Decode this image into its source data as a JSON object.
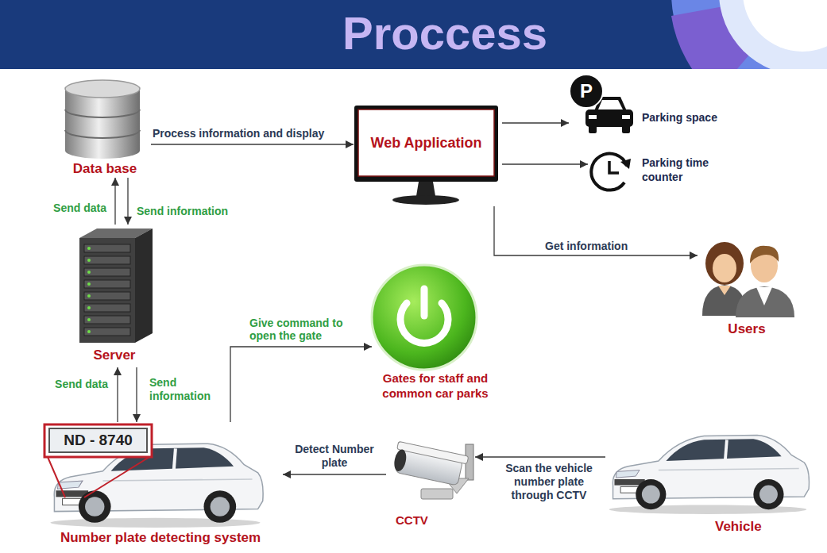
{
  "diagram": {
    "title": "Proccess",
    "nodes": [
      {
        "text": [
          "Data base"
        ]
      },
      {
        "text": [
          "Web Application"
        ]
      },
      {
        "text": [
          "Parking space"
        ]
      },
      {
        "text": [
          "Parking time counter"
        ]
      },
      {
        "text": [
          "Users"
        ]
      },
      {
        "text": [
          "Server"
        ]
      },
      {
        "text": [
          "Gates for staff and common car parks"
        ]
      },
      {
        "text": [
          "Number plate detecting system"
        ]
      },
      {
        "text": [
          "CCTV"
        ]
      },
      {
        "text": [
          "Vehicle"
        ]
      }
    ],
    "edges": [
      {
        "from": 0,
        "to": 1,
        "label": "Process information and display",
        "arrow": "to"
      },
      {
        "from": 1,
        "to": 2,
        "arrow": "to"
      },
      {
        "from": 1,
        "to": 3,
        "arrow": "to"
      },
      {
        "from": 1,
        "to": 4,
        "label": "Get information",
        "arrow": "to"
      },
      {
        "from": 5,
        "to": 0,
        "label": "Send data",
        "arrow": "to"
      },
      {
        "from": 0,
        "to": 5,
        "label": "Send information",
        "arrow": "to"
      },
      {
        "from": 7,
        "to": 5,
        "label": "Send data",
        "arrow": "to"
      },
      {
        "from": 5,
        "to": 7,
        "label": "Send information",
        "arrow": "to"
      },
      {
        "from": 7,
        "to": 6,
        "label": "Give command to open the gate",
        "arrow": "to"
      },
      {
        "from": 8,
        "to": 7,
        "label": "Detect Number plate",
        "arrow": "to"
      },
      {
        "from": 9,
        "to": 8,
        "label": "Scan the vehicle number plate through CCTV",
        "arrow": "to"
      }
    ],
    "labels": [
      "P",
      "ND - 8740"
    ]
  }
}
